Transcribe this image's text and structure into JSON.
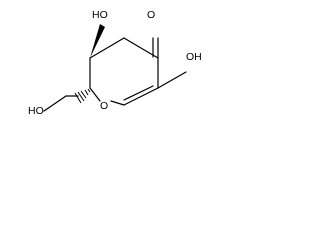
{
  "molecule": {
    "atoms": {
      "oh_top": "HO",
      "ketone_o": "O",
      "oh_right": "OH",
      "ring_o": "O",
      "oh_left": "HO"
    },
    "colors": {
      "ink": "#000000",
      "background": "#ffffff"
    }
  }
}
